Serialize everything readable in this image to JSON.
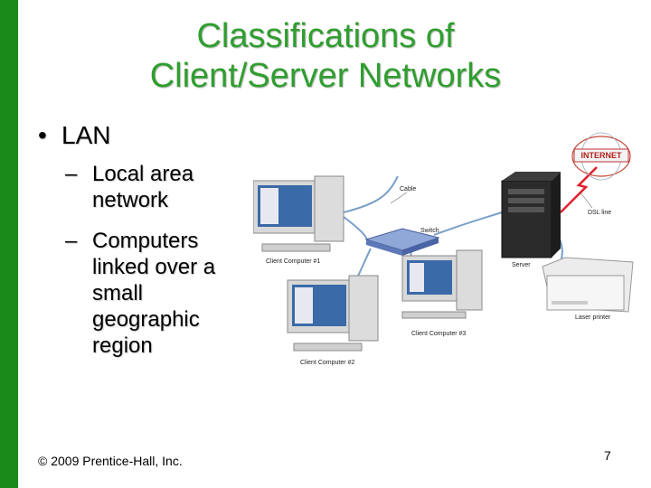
{
  "slide": {
    "title_line1": "Classifications of",
    "title_line2": "Client/Server Networks",
    "bullet": "LAN",
    "sub1": "Local area network",
    "sub2": "Computers linked over a small geographic region",
    "footer": "© 2009 Prentice-Hall, Inc.",
    "page_number": "7"
  },
  "diagram": {
    "internet_label": "INTERNET",
    "cable_label": "Cable",
    "switch_label": "Switch",
    "dsl_label": "DSL line",
    "server_label": "Server",
    "printer_label": "Laser printer",
    "client1_label": "Client Computer #1",
    "client2_label": "Client Computer #2",
    "client3_label": "Client Computer #3"
  },
  "colors": {
    "accent_bar": "#1a8a1a",
    "title": "#2f9e2f"
  }
}
